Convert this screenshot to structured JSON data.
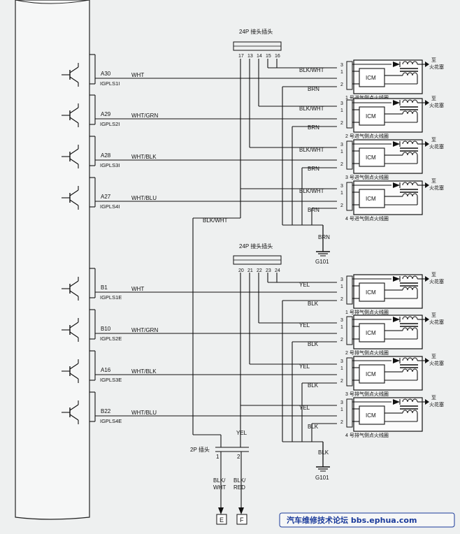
{
  "connectors": {
    "top_title": "24P 接头插头",
    "top_pins": [
      "17",
      "13",
      "14",
      "15",
      "16"
    ],
    "bottom_title": "24P 接头插头",
    "bottom_pins": [
      "20",
      "21",
      "22",
      "23",
      "24"
    ],
    "two_pin_title": "2P 插头",
    "two_pin_pins": [
      "1",
      "2"
    ]
  },
  "inputs": [
    {
      "pin": "A30",
      "signal": "IGPLS1I",
      "wire": "WHT"
    },
    {
      "pin": "A29",
      "signal": "IGPLS2I",
      "wire": "WHT/GRN"
    },
    {
      "pin": "A28",
      "signal": "IGPLS3I",
      "wire": "WHT/BLK"
    },
    {
      "pin": "A27",
      "signal": "IGPLS4I",
      "wire": "WHT/BLU"
    },
    {
      "pin": "B1",
      "signal": "IGPLS1E",
      "wire": "WHT"
    },
    {
      "pin": "B10",
      "signal": "IGPLS2E",
      "wire": "WHT/GRN"
    },
    {
      "pin": "A16",
      "signal": "IGPLS3E",
      "wire": "WHT/BLK"
    },
    {
      "pin": "B22",
      "signal": "IGPLS4E",
      "wire": "WHT/BLU"
    }
  ],
  "coils": [
    {
      "power_wire": "BLK/WHT",
      "ground_wire": "BRN",
      "name": "1 号进气侧点火线圈"
    },
    {
      "power_wire": "BLK/WHT",
      "ground_wire": "BRN",
      "name": "2 号进气侧点火线圈"
    },
    {
      "power_wire": "BLK/WHT",
      "ground_wire": "BRN",
      "name": "3 号进气侧点火线圈"
    },
    {
      "power_wire": "BLK/WHT",
      "ground_wire": "BRN",
      "name": "4 号进气侧点火线圈"
    },
    {
      "power_wire": "YEL",
      "ground_wire": "BLK",
      "name": "1 号排气侧点火线圈"
    },
    {
      "power_wire": "YEL",
      "ground_wire": "BLK",
      "name": "2 号排气侧点火线圈"
    },
    {
      "power_wire": "YEL",
      "ground_wire": "BLK",
      "name": "3 号排气侧点火线圈"
    },
    {
      "power_wire": "YEL",
      "ground_wire": "BLK",
      "name": "4 号排气侧点火线圈"
    }
  ],
  "coil_pins": [
    "3",
    "1",
    "2"
  ],
  "icm_label": "ICM",
  "spark_label_1": "至",
  "spark_label_2": "火花塞",
  "grounds": {
    "top_wire": "BRN",
    "top_name": "G101",
    "bottom_wire": "BLK",
    "bottom_name": "G101"
  },
  "wires": {
    "blk_wht_trunk": "BLK/WHT",
    "yel_trunk": "YEL",
    "out1": "BLK/\nWHT",
    "out2": "BLK/\nRED"
  },
  "out1_line1": "BLK/",
  "out1_line2": "WHT",
  "out2_line1": "BLK/",
  "out2_line2": "RED",
  "terminals": [
    "E",
    "F"
  ],
  "footer": "汽车维修技术论坛 bbs.ephua.com"
}
